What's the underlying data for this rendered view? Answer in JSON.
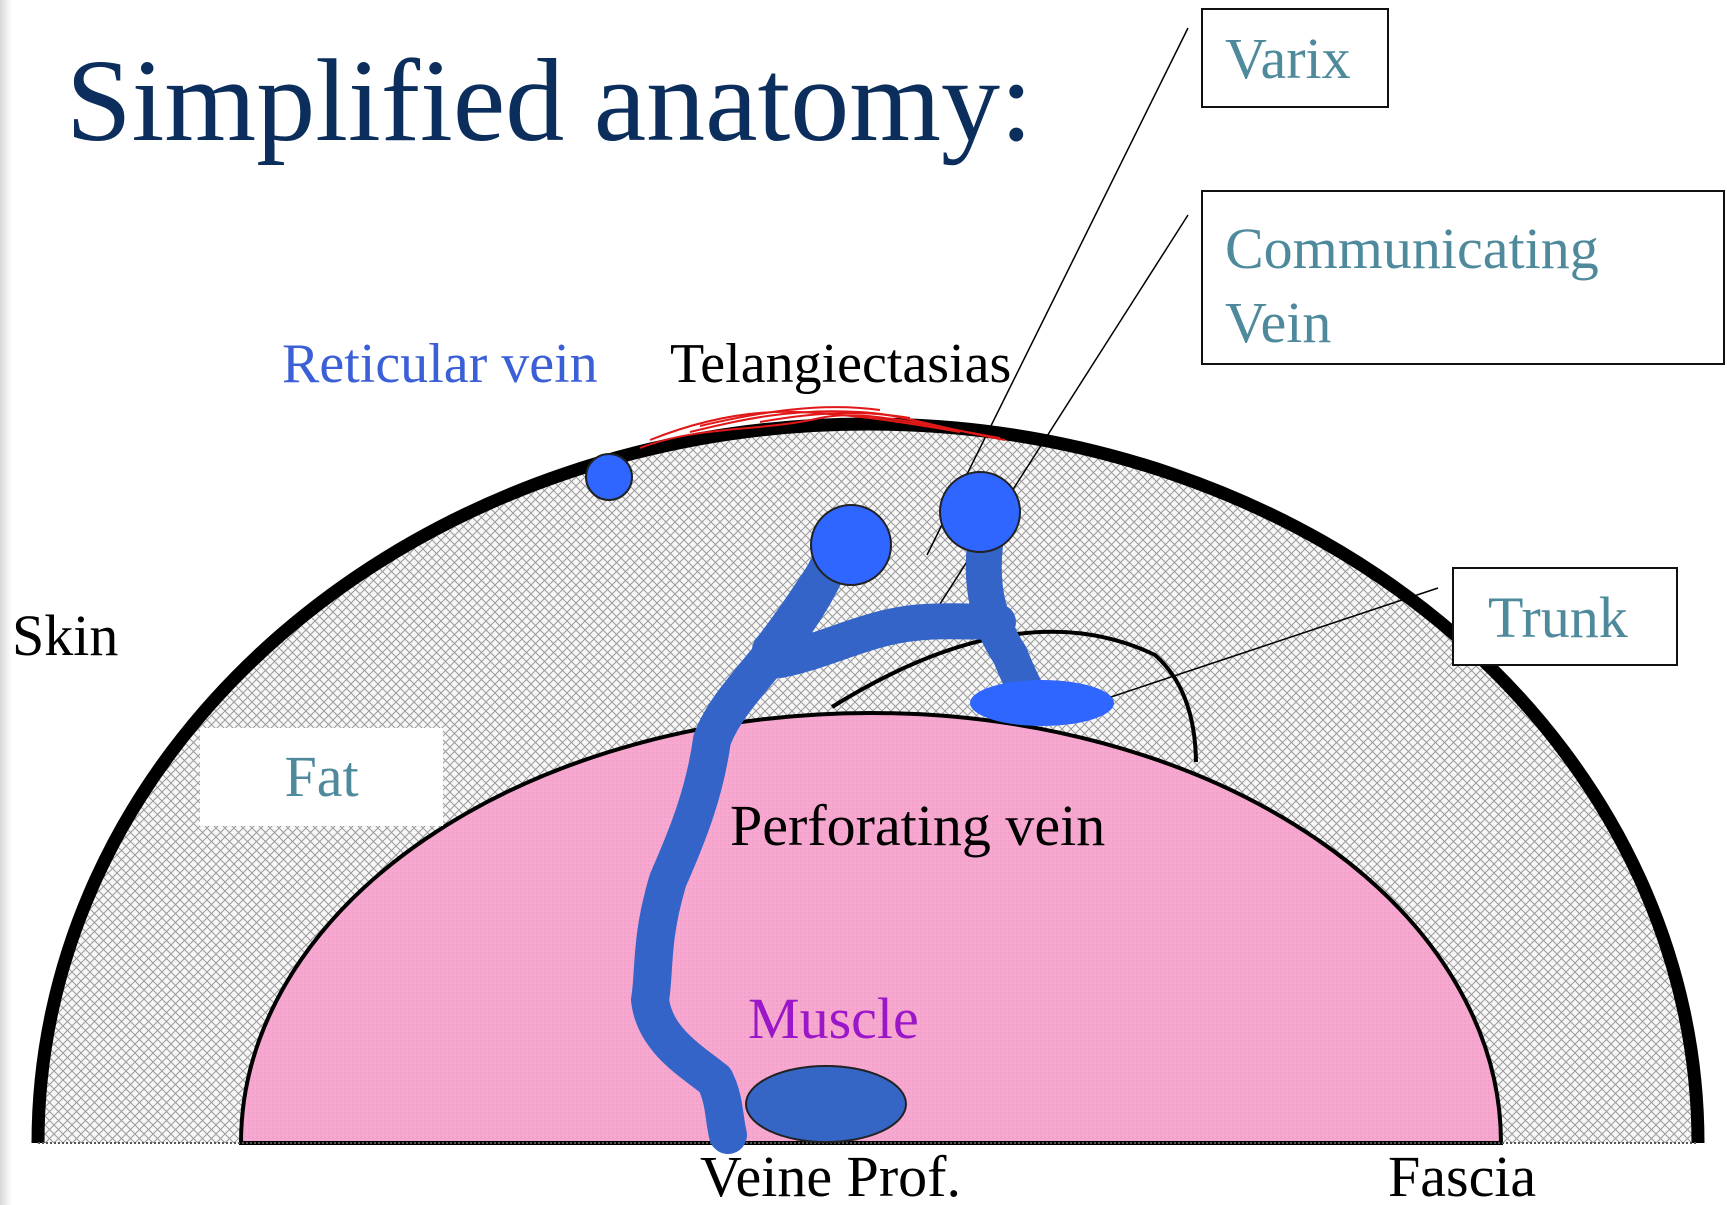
{
  "title": "Simplified anatomy:",
  "colors": {
    "title": "#0b2e5c",
    "callout_text": "#4f8a9c",
    "vein_fill": "#2f66ff",
    "vein_path": "#3464c8",
    "deep_vein": "#3566c6",
    "muscle_fill": "#f7a8d0",
    "muscle_text": "#9a16c8",
    "reticular_text": "#3a5fd6",
    "telangiectasia": "#e01818",
    "skin_outline": "#000000",
    "fat_hatch": "#9a9a9a"
  },
  "labels": {
    "reticular_vein": "Reticular vein",
    "telangiectasias": "Telangiectasias",
    "skin": "Skin",
    "fat": "Fat",
    "perforating_vein": "Perforating vein",
    "muscle": "Muscle",
    "veine_prof": "Veine Prof.",
    "fascia": "Fascia"
  },
  "callouts": {
    "varix": "Varix",
    "communicating_line1": "Communicating",
    "communicating_line2": "Vein",
    "trunk": "Trunk"
  }
}
